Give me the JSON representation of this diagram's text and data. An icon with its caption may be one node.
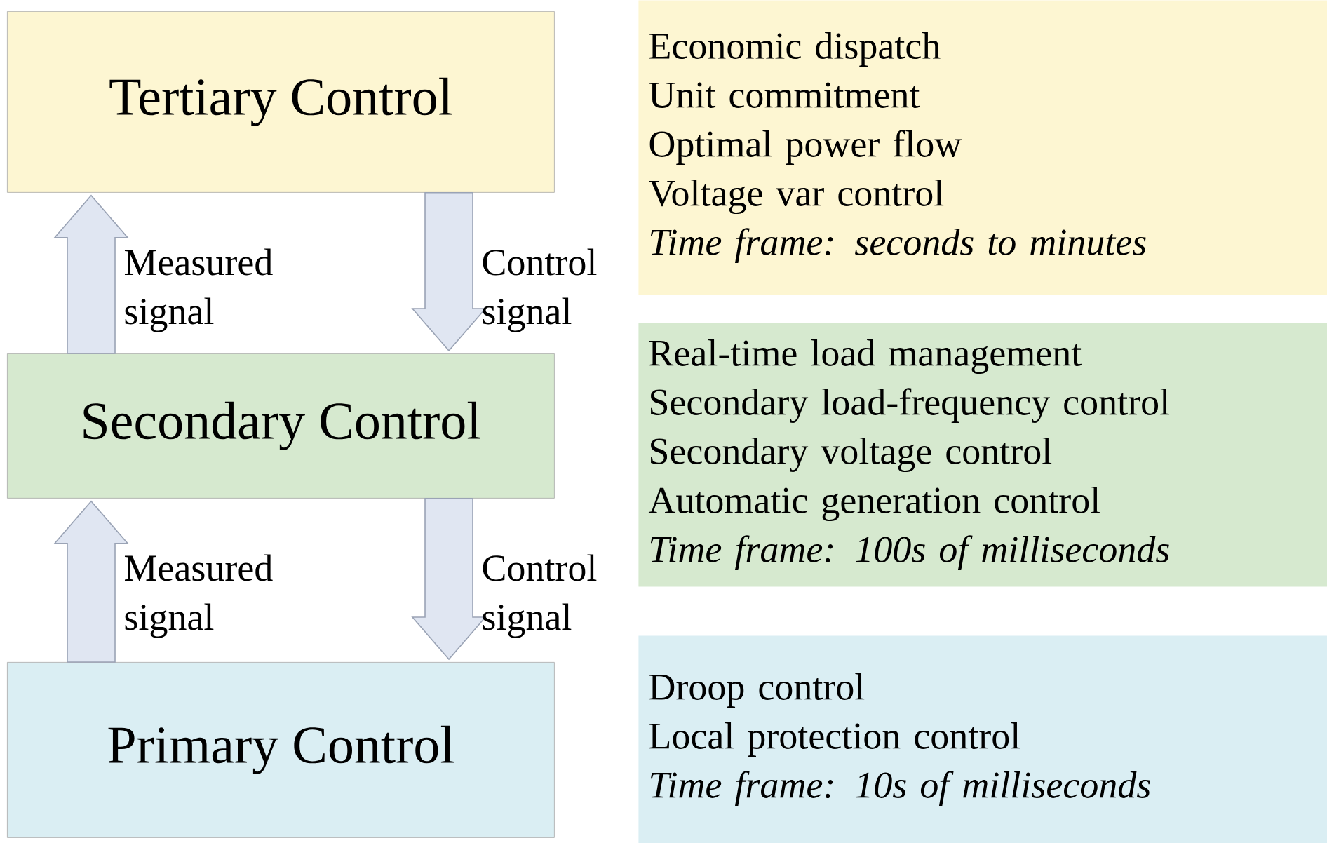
{
  "diagram": {
    "nodes": [
      {
        "text": [
          "Tertiary Control"
        ]
      },
      {
        "text": [
          "Secondary Control"
        ]
      },
      {
        "text": [
          "Primary Control"
        ]
      },
      {
        "text": [
          "Economic dispatch",
          "Unit commitment",
          "Optimal power flow",
          "Voltage var control",
          "Time frame: seconds to minutes"
        ]
      },
      {
        "text": [
          "Real-time load management",
          "Secondary load-frequency control",
          "Secondary voltage control",
          "Automatic generation control",
          "Time frame: 100s of milliseconds"
        ]
      },
      {
        "text": [
          "Droop control",
          "Local protection control",
          "Time frame: 10s of milliseconds"
        ]
      }
    ],
    "edges": [
      {
        "from": 1,
        "to": 0,
        "arrow": "to",
        "label": "Measured signal"
      },
      {
        "from": 0,
        "to": 1,
        "arrow": "to",
        "label": "Control signal"
      },
      {
        "from": 2,
        "to": 1,
        "arrow": "to",
        "label": "Measured signal"
      },
      {
        "from": 1,
        "to": 2,
        "arrow": "to",
        "label": "Control signal"
      }
    ]
  }
}
